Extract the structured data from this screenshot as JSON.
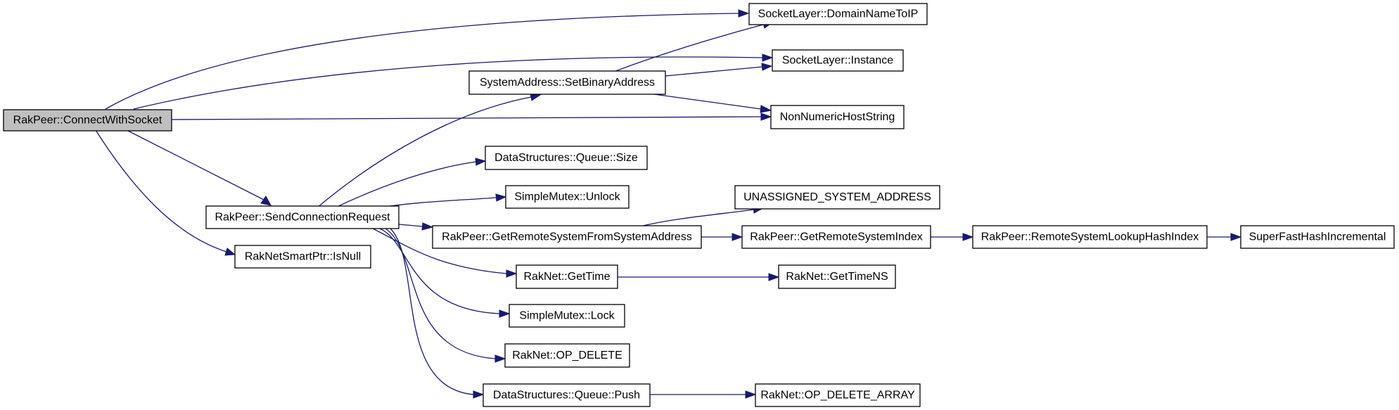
{
  "graph": {
    "edge_color": "#191970",
    "root_fill": "#bfbfbf",
    "node_fill": "#ffffff",
    "nodes": {
      "connect_with_socket": "RakPeer::ConnectWithSocket",
      "domain_name_to_ip": "SocketLayer::DomainNameToIP",
      "socket_layer_instance": "SocketLayer::Instance",
      "set_binary_address": "SystemAddress::SetBinaryAddress",
      "non_numeric_host_string": "NonNumericHostString",
      "queue_size": "DataStructures::Queue::Size",
      "mutex_unlock": "SimpleMutex::Unlock",
      "unassigned_system_address": "UNASSIGNED_SYSTEM_ADDRESS",
      "send_connection_request": "RakPeer::SendConnectionRequest",
      "get_remote_system_from_address": "RakPeer::GetRemoteSystemFromSystemAddress",
      "get_remote_system_index": "RakPeer::GetRemoteSystemIndex",
      "remote_system_lookup_hash_index": "RakPeer::RemoteSystemLookupHashIndex",
      "super_fast_hash_incremental": "SuperFastHashIncremental",
      "smart_ptr_is_null": "RakNetSmartPtr::IsNull",
      "get_time": "RakNet::GetTime",
      "get_time_ns": "RakNet::GetTimeNS",
      "mutex_lock": "SimpleMutex::Lock",
      "op_delete": "RakNet::OP_DELETE",
      "queue_push": "DataStructures::Queue::Push",
      "op_delete_array": "RakNet::OP_DELETE_ARRAY"
    }
  }
}
